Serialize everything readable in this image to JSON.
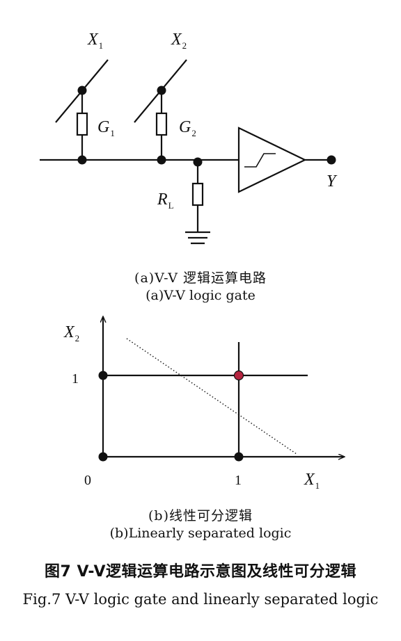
{
  "circuit": {
    "labels": {
      "x1": "X",
      "x1_sub": "1",
      "x2": "X",
      "x2_sub": "2",
      "g1": "G",
      "g1_sub": "1",
      "g2": "G",
      "g2_sub": "2",
      "rl": "R",
      "rl_sub": "L",
      "y": "Y"
    },
    "caption_cn": "(a)V-V 逻辑运算电路",
    "caption_en": "(a)V-V logic gate"
  },
  "plot": {
    "labels": {
      "x_axis": "X",
      "x_axis_sub": "1",
      "y_axis": "X",
      "y_axis_sub": "2",
      "origin": "0",
      "x_tick": "1",
      "y_tick": "1"
    },
    "highlight_color": "#b5243f",
    "caption_cn": "(b)线性可分逻辑",
    "caption_en": "(b)Linearly separated logic"
  },
  "figure": {
    "title_cn": "图7 V-V逻辑运算电路示意图及线性可分逻辑",
    "title_en": "Fig.7 V-V logic gate and linearly separated logic"
  }
}
